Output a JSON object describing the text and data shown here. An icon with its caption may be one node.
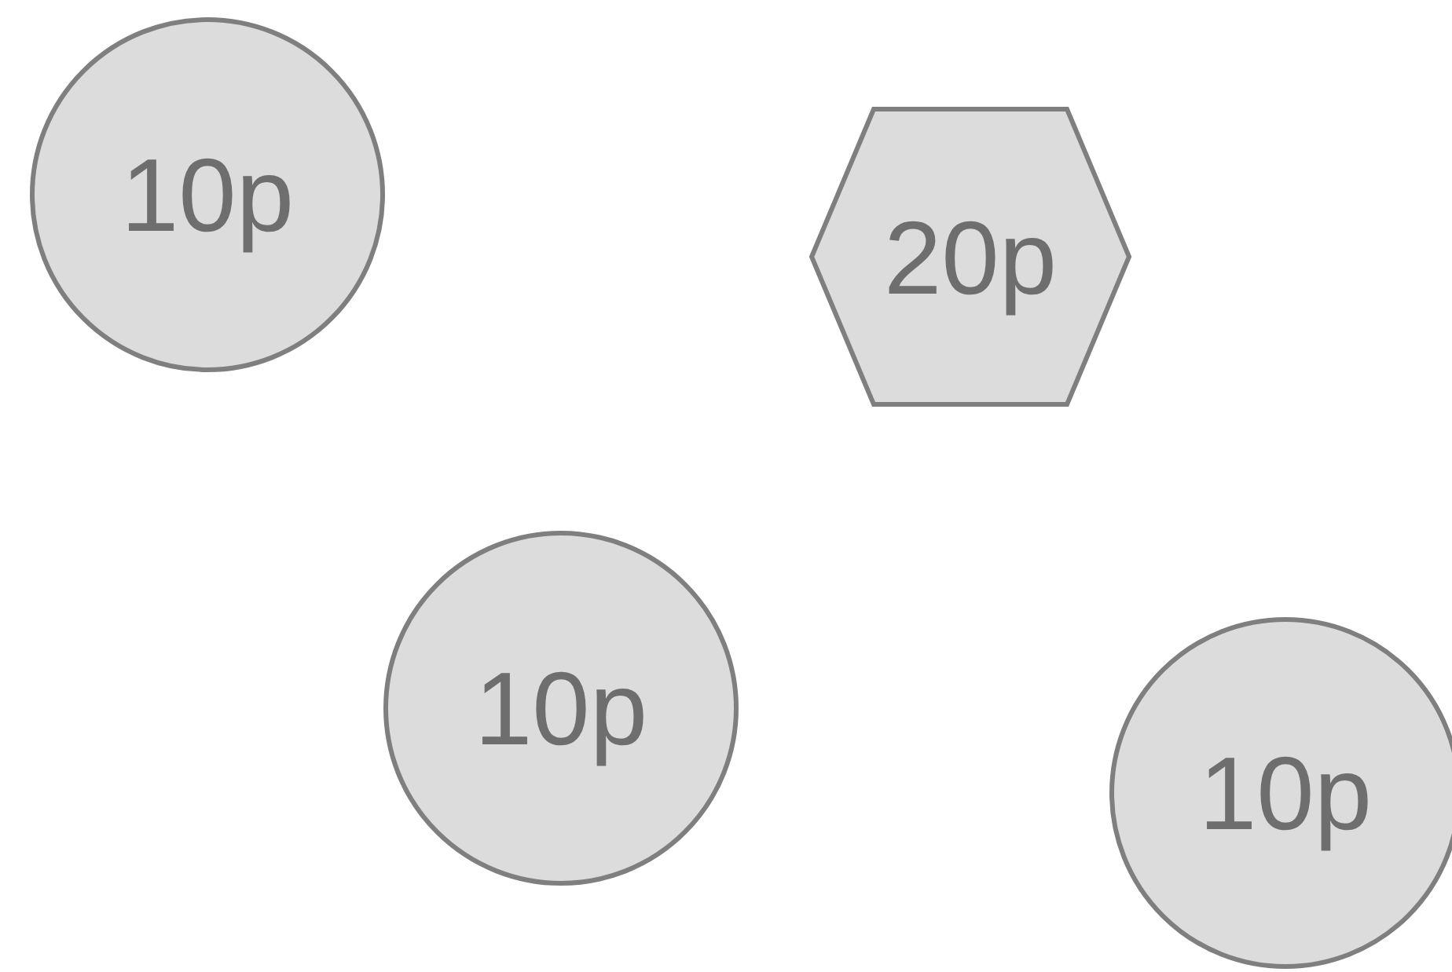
{
  "diagram": {
    "nodes": [
      {
        "text": [
          "10p"
        ]
      },
      {
        "text": [
          "20p"
        ]
      },
      {
        "text": [
          "10p"
        ]
      },
      {
        "text": [
          "10p"
        ]
      }
    ]
  }
}
